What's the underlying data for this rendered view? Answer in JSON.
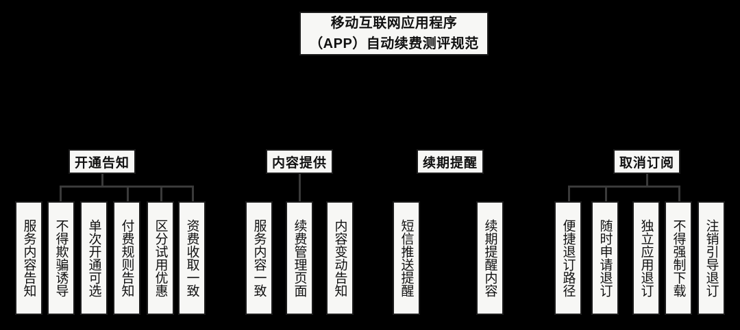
{
  "diagram": {
    "type": "tree",
    "background_color": "#000000",
    "box_fill_color": "#f7f7f5",
    "box_border_color": "#1c1c1c",
    "connector_color": "#3a3a3a",
    "title": {
      "line1": "移动互联网应用程序",
      "line2": "（APP）自动续费测评规范"
    },
    "groups": [
      {
        "label": "开通告知",
        "items": [
          "服务内容告知",
          "不得欺骗诱导",
          "单次开通可选",
          "付费规则告知",
          "区分试用优惠",
          "资费收取一致"
        ]
      },
      {
        "label": "内容提供",
        "items": [
          "服务内容一致",
          "续费管理页面",
          "内容变动告知"
        ]
      },
      {
        "label": "续期提醒",
        "items": [
          "短信推送提醒",
          "续期提醒内容"
        ]
      },
      {
        "label": "取消订阅",
        "items": [
          "便捷退订路径",
          "随时申请退订",
          "独立应用退订",
          "不得强制下载",
          "注销引导退订"
        ]
      }
    ]
  }
}
